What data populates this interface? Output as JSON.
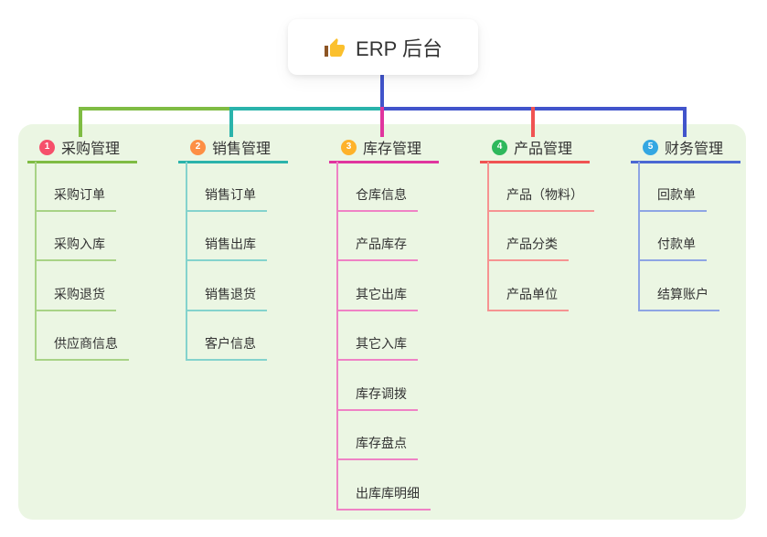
{
  "panel_bg": "#ebf6e3",
  "root": {
    "label": "ERP 后台",
    "icon": "thumbs-up-icon",
    "trunk_color": "#4154cb"
  },
  "branches": [
    {
      "badge": "1",
      "label": "采购管理",
      "badge_color": "#f6506b",
      "color": "#7fbc43",
      "light_color": "#a8d386",
      "children": [
        "采购订单",
        "采购入库",
        "采购退货",
        "供应商信息"
      ]
    },
    {
      "badge": "2",
      "label": "销售管理",
      "badge_color": "#fd8f44",
      "color": "#2ab3ab",
      "light_color": "#84d3cd",
      "children": [
        "销售订单",
        "销售出库",
        "销售退货",
        "客户信息"
      ]
    },
    {
      "badge": "3",
      "label": "库存管理",
      "badge_color": "#feb22a",
      "color": "#e0359e",
      "light_color": "#ef82c5",
      "children": [
        "仓库信息",
        "产品库存",
        "其它出库",
        "其它入库",
        "库存调拨",
        "库存盘点",
        "出库库明细"
      ]
    },
    {
      "badge": "4",
      "label": "产品管理",
      "badge_color": "#2eb85c",
      "color": "#f05352",
      "light_color": "#f69392",
      "children": [
        "产品（物料）",
        "产品分类",
        "产品单位"
      ]
    },
    {
      "badge": "5",
      "label": "财务管理",
      "badge_color": "#34a7e2",
      "color": "#4a68d3",
      "light_color": "#8ea5e4",
      "children": [
        "回款单",
        "付款单",
        "结算账户"
      ]
    }
  ]
}
